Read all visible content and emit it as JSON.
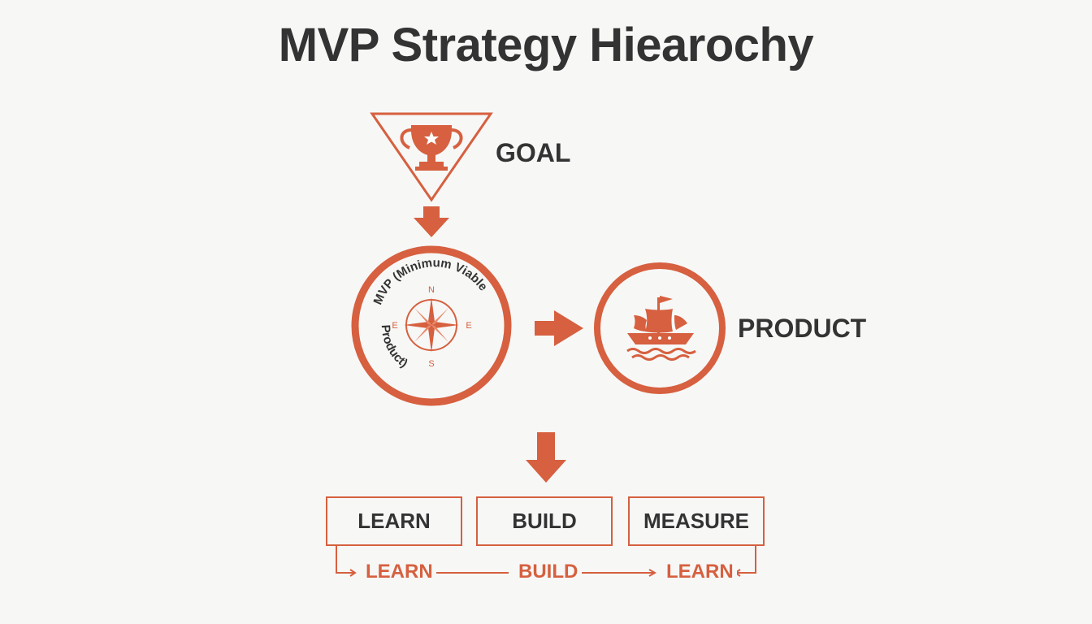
{
  "title": "MVP Strategy Hiearochy",
  "colors": {
    "accent": "#d6603f",
    "text": "#333333",
    "background": "#f7f7f6"
  },
  "goal": {
    "label": "GOAL",
    "icon": "trophy-icon"
  },
  "mvp": {
    "curved_text": "MVP (Minimum Viable Product)",
    "icon": "compass-icon",
    "compass_letters": {
      "north": "N",
      "east": "E",
      "south": "S",
      "west": "E"
    }
  },
  "product": {
    "label": "PRODUCT",
    "icon": "ship-icon"
  },
  "steps": [
    "LEARN",
    "BUILD",
    "MEASURE"
  ],
  "loop": [
    "LEARN",
    "BUILD",
    "LEARN"
  ]
}
